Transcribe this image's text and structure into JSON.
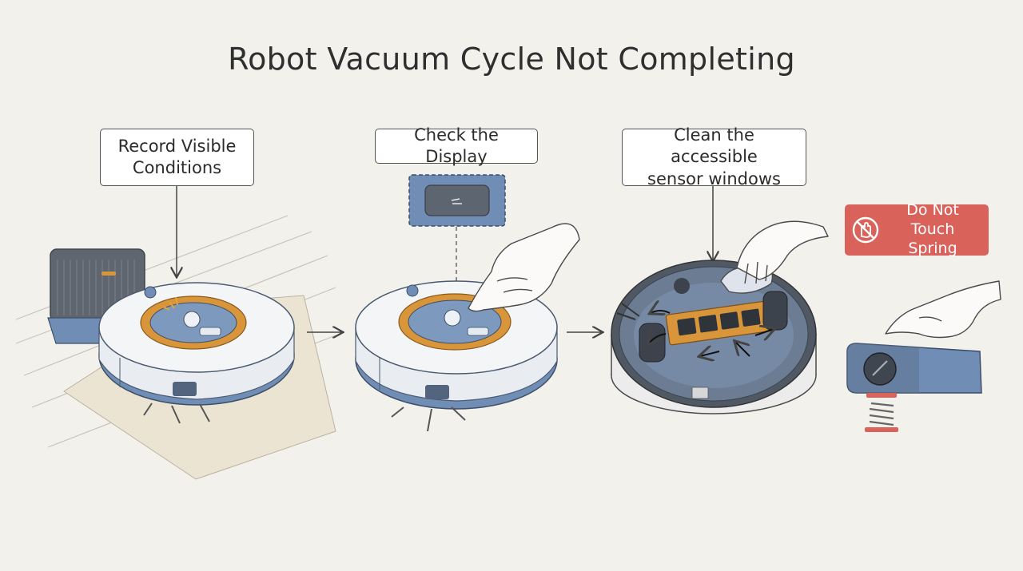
{
  "title": "Robot Vacuum Cycle Not Completing",
  "steps": [
    {
      "label": "Record Visible\nConditions"
    },
    {
      "label": "Check the Display"
    },
    {
      "label": "Clean the accessible\nsensor windows"
    }
  ],
  "warning": {
    "text": "Do Not Touch\nSpring",
    "icon": "no-touch-hand-icon",
    "color": "#d9635b"
  },
  "colors": {
    "accent_orange": "#d9953a",
    "body_blue": "#6f8db5",
    "warning_red": "#d9635b"
  }
}
